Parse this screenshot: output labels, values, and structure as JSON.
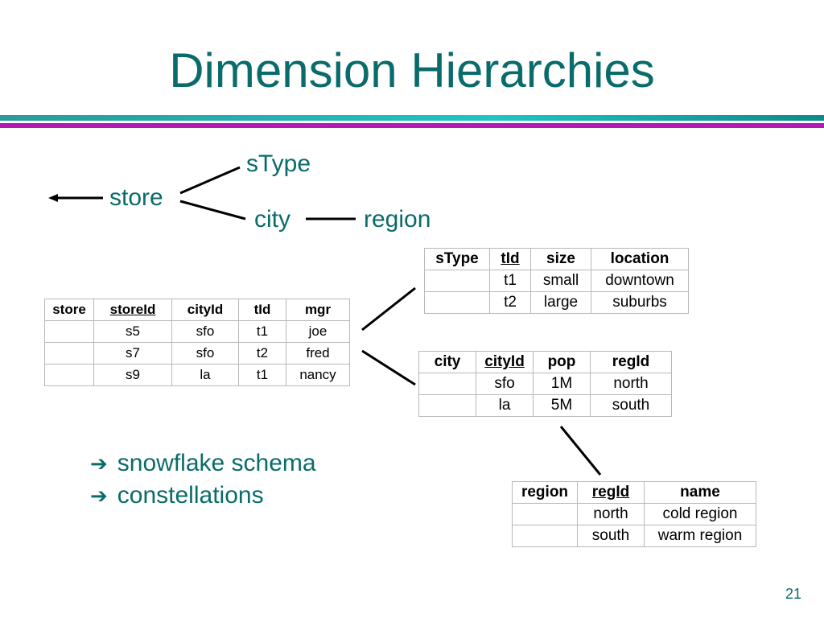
{
  "title": "Dimension Hierarchies",
  "hierarchy": {
    "store": "store",
    "stype": "sType",
    "city": "city",
    "region": "region"
  },
  "store_table": {
    "headers": [
      "store",
      "storeId",
      "cityId",
      "tId",
      "mgr"
    ],
    "rows": [
      [
        "",
        "s5",
        "sfo",
        "t1",
        "joe"
      ],
      [
        "",
        "s7",
        "sfo",
        "t2",
        "fred"
      ],
      [
        "",
        "s9",
        "la",
        "t1",
        "nancy"
      ]
    ]
  },
  "stype_table": {
    "headers": [
      "sType",
      "tId",
      "size",
      "location"
    ],
    "rows": [
      [
        "",
        "t1",
        "small",
        "downtown"
      ],
      [
        "",
        "t2",
        "large",
        "suburbs"
      ]
    ]
  },
  "city_table": {
    "headers": [
      "city",
      "cityId",
      "pop",
      "regId"
    ],
    "rows": [
      [
        "",
        "sfo",
        "1M",
        "north"
      ],
      [
        "",
        "la",
        "5M",
        "south"
      ]
    ]
  },
  "region_table": {
    "headers": [
      "region",
      "regId",
      "name"
    ],
    "rows": [
      [
        "",
        "north",
        "cold region"
      ],
      [
        "",
        "south",
        "warm region"
      ]
    ]
  },
  "bullets": [
    "snowflake schema",
    "constellations"
  ],
  "page_number": "21",
  "colors": {
    "accent": "#0a6b6b",
    "rule_teal": "#1fc4c4",
    "rule_magenta": "#b21ab2"
  },
  "icons": {
    "bullet": "right-arrow-icon"
  }
}
